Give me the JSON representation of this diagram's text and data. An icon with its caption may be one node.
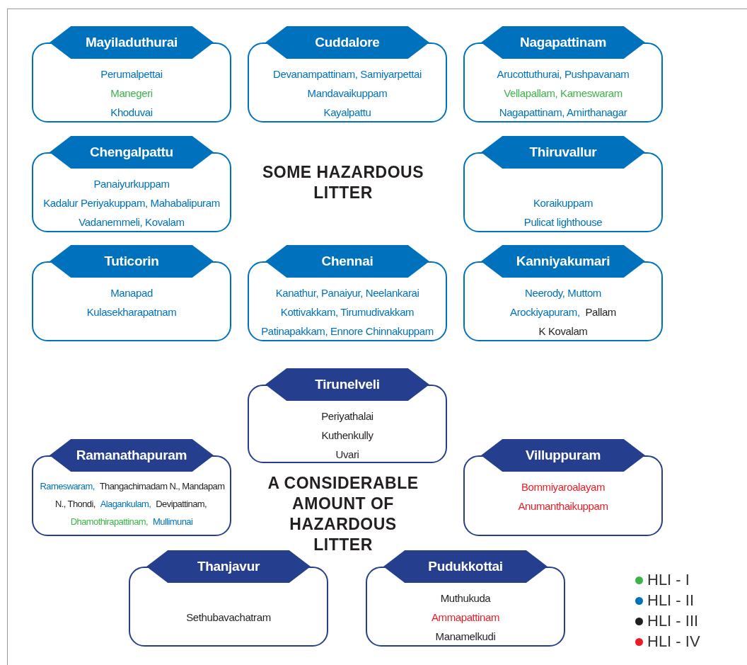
{
  "diagram": {
    "nodes": [
      {
        "text": [
          "Mayiladuthurai",
          "Perumalpettai",
          "Manegeri",
          "Khoduvai"
        ]
      },
      {
        "text": [
          "Cuddalore",
          "Devanampattinam, Samiyarpettai",
          "Mandavaikuppam",
          "Kayalpattu"
        ]
      },
      {
        "text": [
          "Nagapattinam",
          "Arucottuthurai, Pushpavanam",
          "Vellapallam, Kameswaram",
          "Nagapattinam, Amirthanagar"
        ]
      },
      {
        "text": [
          "Chengalpattu",
          "Panaiyurkuppam",
          "Kadalur Periyakuppam, Mahabalipuram",
          "Vadanemmeli, Kovalam"
        ]
      },
      {
        "text": [
          "Thiruvallur",
          "Koraikuppam",
          "Pulicat lighthouse"
        ]
      },
      {
        "text": [
          "Tuticorin",
          "Manapad",
          "Kulasekharapatnam"
        ]
      },
      {
        "text": [
          "Chennai",
          "Kanathur, Panaiyur, Neelankarai",
          "Kottivakkam, Tirumudivakkam",
          "Patinapakkam, Ennore Chinnakuppam"
        ]
      },
      {
        "text": [
          "Kanniyakumari",
          "Neerody, Muttom",
          "Arockiyapuram,",
          "Pallam",
          "K Kovalam"
        ]
      },
      {
        "text": [
          "Tirunelveli",
          "Periyathalai",
          "Kuthenkully",
          "Uvari"
        ]
      },
      {
        "text": [
          "Ramanathapuram",
          "Rameswaram,",
          "Thangachimadam N., Mandapam N., Thondi,",
          "Alagankulam,",
          "Devipattinam,",
          "Dhamothirapattinam,",
          "Mullimunai"
        ]
      },
      {
        "text": [
          "Villuppuram",
          "Bommiyaroalayam",
          "Anumanthaikuppam"
        ]
      },
      {
        "text": [
          "Thanjavur",
          "Sethubavachatram"
        ]
      },
      {
        "text": [
          "Pudukkottai",
          "Muthukuda",
          "Ammapattinam",
          "Manamelkudi"
        ]
      }
    ],
    "labels": [
      "SOME HAZARDOUS LITTER",
      "A CONSIDERABLE AMOUNT OF HAZARDOUS LITTER"
    ],
    "legend": [
      {
        "text": "HLI - I",
        "color": "#3cb44a"
      },
      {
        "text": "HLI - II",
        "color": "#0072bc"
      },
      {
        "text": "HLI - III",
        "color": "#231f20"
      },
      {
        "text": "HLI - IV",
        "color": "#ed1c24"
      }
    ]
  }
}
